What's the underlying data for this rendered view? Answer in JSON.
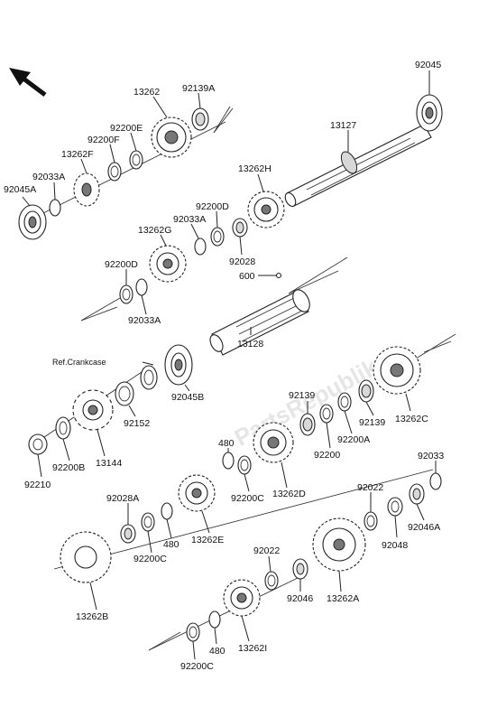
{
  "watermark": "PartsRepublik",
  "reference_label": "Ref.Crankcase",
  "callouts": {
    "c92045": "92045",
    "c13127": "13127",
    "c13262": "13262",
    "c92139A": "92139A",
    "c92200E": "92200E",
    "c92200F": "92200F",
    "c13262F": "13262F",
    "c92033A_top": "92033A",
    "c92045A": "92045A",
    "c13262H": "13262H",
    "c92200D_mid": "92200D",
    "c92033A_mid": "92033A",
    "c13262G": "13262G",
    "c92028": "92028",
    "c92200D_left": "92200D",
    "c600": "600",
    "c92033A_low": "92033A",
    "c13128": "13128",
    "c92045B": "92045B",
    "c92152": "92152",
    "c13144": "13144",
    "c92200B": "92200B",
    "c92210": "92210",
    "c92139_a": "92139",
    "c92139_b": "92139",
    "c92200A": "92200A",
    "c92200": "92200",
    "c13262C": "13262C",
    "c13262D": "13262D",
    "c480_a": "480",
    "c92200C_a": "92200C",
    "c13262E": "13262E",
    "c92028A": "92028A",
    "c92200C_b": "92200C",
    "c480_b": "480",
    "c13262B": "13262B",
    "c92033": "92033",
    "c92022_a": "92022",
    "c92046A": "92046A",
    "c92048": "92048",
    "c92022_b": "92022",
    "c92046": "92046",
    "c13262A": "13262A",
    "c92200C_c": "92200C",
    "c480_c": "480",
    "c13262I": "13262I"
  }
}
